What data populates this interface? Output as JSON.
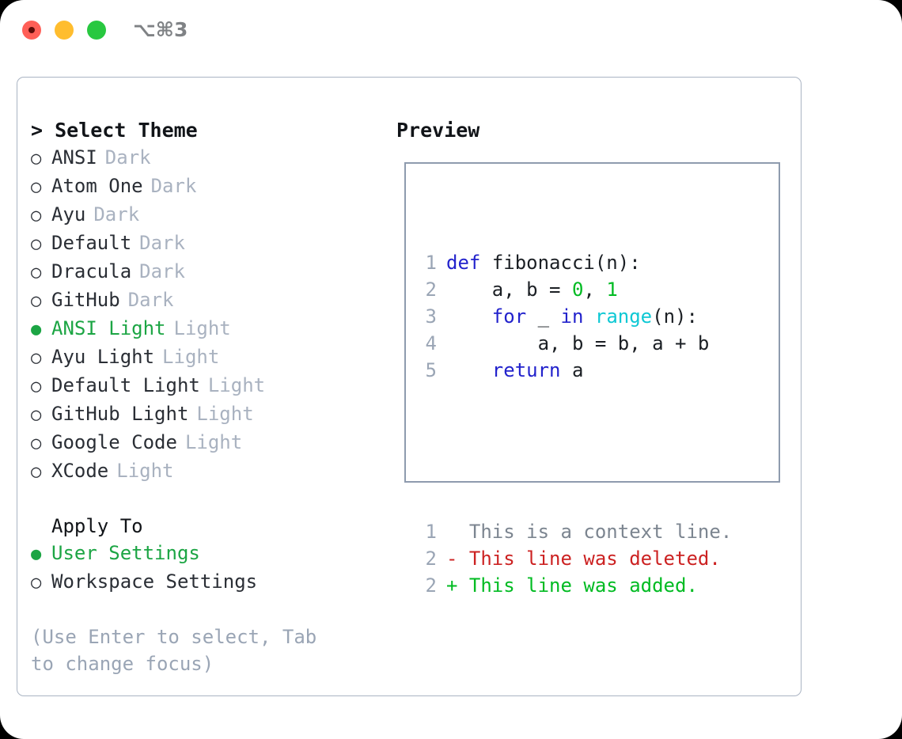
{
  "titlebar": {
    "shortcut": "⌥⌘3",
    "lights": [
      "close-light",
      "minimize-light",
      "maximize-light"
    ]
  },
  "theme_picker": {
    "heading": "> Select Theme",
    "markers": {
      "selected": "●",
      "unselected": "○"
    },
    "items": [
      {
        "name": "ANSI",
        "badge": "Dark",
        "selected": false
      },
      {
        "name": "Atom One",
        "badge": "Dark",
        "selected": false
      },
      {
        "name": "Ayu",
        "badge": "Dark",
        "selected": false
      },
      {
        "name": "Default",
        "badge": "Dark",
        "selected": false
      },
      {
        "name": "Dracula",
        "badge": "Dark",
        "selected": false
      },
      {
        "name": "GitHub",
        "badge": "Dark",
        "selected": false
      },
      {
        "name": "ANSI Light",
        "badge": "Light",
        "selected": true
      },
      {
        "name": "Ayu Light",
        "badge": "Light",
        "selected": false
      },
      {
        "name": "Default Light",
        "badge": "Light",
        "selected": false
      },
      {
        "name": "GitHub Light",
        "badge": "Light",
        "selected": false
      },
      {
        "name": "Google Code",
        "badge": "Light",
        "selected": false
      },
      {
        "name": "XCode",
        "badge": "Light",
        "selected": false
      }
    ]
  },
  "apply_to": {
    "title": "Apply To",
    "options": [
      {
        "name": "User Settings",
        "selected": true
      },
      {
        "name": "Workspace Settings",
        "selected": false
      }
    ]
  },
  "hint": "(Use Enter to select, Tab to change focus)",
  "preview": {
    "title": "Preview",
    "code_lines": [
      {
        "num": "1",
        "tokens": [
          {
            "t": "def",
            "c": "kw"
          },
          {
            "t": " ",
            "c": "plain"
          },
          {
            "t": "fibonacci(n):",
            "c": "plain"
          }
        ]
      },
      {
        "num": "2",
        "tokens": [
          {
            "t": "    a, b = ",
            "c": "plain"
          },
          {
            "t": "0",
            "c": "num"
          },
          {
            "t": ", ",
            "c": "plain"
          },
          {
            "t": "1",
            "c": "num"
          }
        ]
      },
      {
        "num": "3",
        "tokens": [
          {
            "t": "    ",
            "c": "plain"
          },
          {
            "t": "for",
            "c": "kw"
          },
          {
            "t": " _ ",
            "c": "plain"
          },
          {
            "t": "in",
            "c": "kw"
          },
          {
            "t": " ",
            "c": "plain"
          },
          {
            "t": "range",
            "c": "fn"
          },
          {
            "t": "(n):",
            "c": "plain"
          }
        ]
      },
      {
        "num": "4",
        "tokens": [
          {
            "t": "        a, b = b, a + b",
            "c": "plain"
          }
        ]
      },
      {
        "num": "5",
        "tokens": [
          {
            "t": "    ",
            "c": "plain"
          },
          {
            "t": "return",
            "c": "kw"
          },
          {
            "t": " a",
            "c": "plain"
          }
        ]
      }
    ],
    "diff_lines": [
      {
        "num": "1",
        "sign": " ",
        "text": " This is a context line.",
        "kind": "ctx"
      },
      {
        "num": "2",
        "sign": "-",
        "text": " This line was deleted.",
        "kind": "del"
      },
      {
        "num": "2",
        "sign": "+",
        "text": " This line was added.",
        "kind": "add"
      }
    ]
  },
  "colors": {
    "selected_green": "#1ca544",
    "badge_grey": "#a9b2c0",
    "hint_grey": "#9aa5b5",
    "keyword_blue": "#2222cc",
    "number_green": "#00bb22",
    "builtin_cyan": "#0ec8d4",
    "diff_delete_red": "#cc2222",
    "diff_add_green": "#00bb22",
    "panel_border": "#aab4c3",
    "preview_border": "#8e9bae",
    "light_red": "#ff5f57",
    "light_yellow": "#ffbd2e",
    "light_green": "#28c840"
  }
}
